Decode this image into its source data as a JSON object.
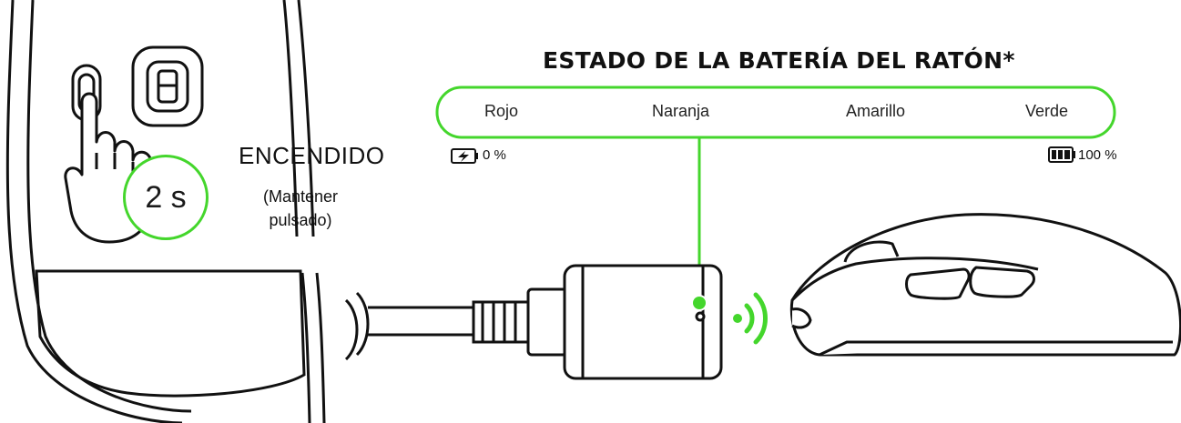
{
  "battery_status": {
    "title": "ESTADO DE LA BATERÍA DEL RATÓN*",
    "levels": [
      "Rojo",
      "Naranja",
      "Amarillo",
      "Verde"
    ],
    "min_label": "0 %",
    "max_label": "100 %"
  },
  "power_on": {
    "label": "ENCENDIDO",
    "hold_line1": "(Mantener",
    "hold_line2": "pulsado)",
    "duration": "2 s"
  },
  "icons": [
    "finger-press-icon",
    "battery-charging-icon",
    "battery-full-icon",
    "wireless-signal-icon"
  ],
  "colors": {
    "accent": "#44d62c",
    "line": "#111111"
  }
}
